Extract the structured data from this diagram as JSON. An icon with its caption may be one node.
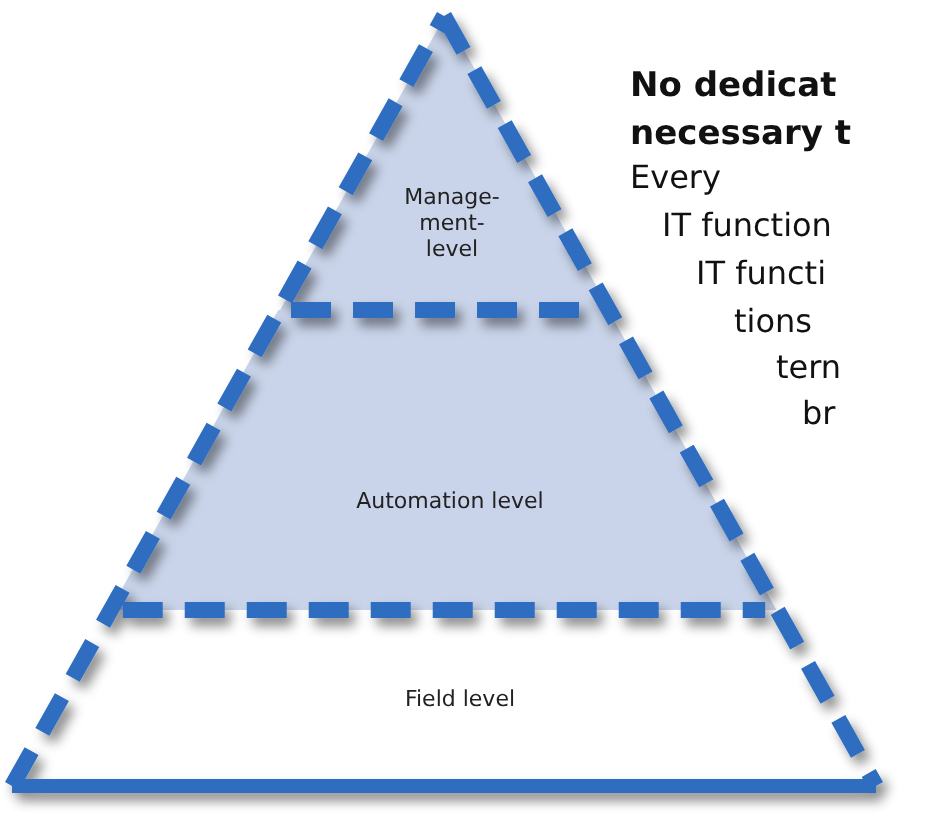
{
  "diagram": {
    "nodes": [
      {
        "text": [
          "Manage- ment- level"
        ]
      },
      {
        "text": [
          "Automation level"
        ]
      },
      {
        "text": [
          "Field level"
        ]
      }
    ],
    "labels": [
      "No dedicat",
      "necessary t",
      "Every",
      "IT function",
      "IT functi",
      "tions",
      "tern",
      "br"
    ]
  }
}
